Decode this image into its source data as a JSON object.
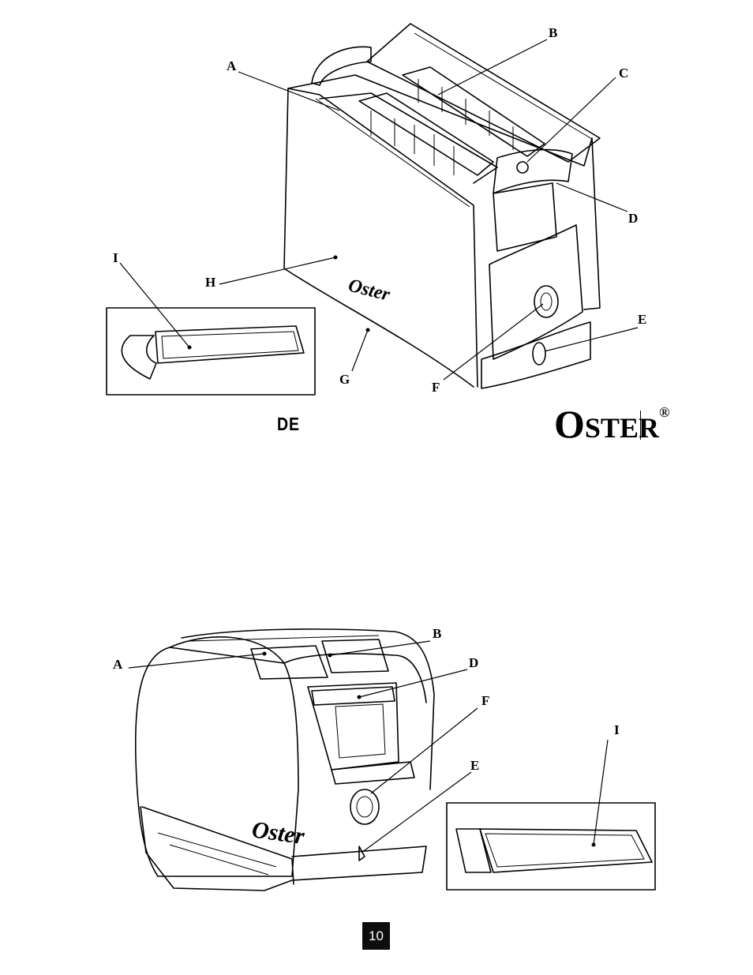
{
  "figure1": {
    "labels": {
      "a": "A",
      "b": "B",
      "c": "C",
      "d": "D",
      "e": "E",
      "f": "F",
      "g": "G",
      "h": "H",
      "i": "I"
    },
    "logo": "Oster"
  },
  "figure2": {
    "labels": {
      "a": "A",
      "b": "B",
      "d": "D",
      "e": "E",
      "f": "F",
      "i": "I"
    },
    "logo": "Oster"
  },
  "header": {
    "language_code": "DE",
    "brand_first": "O",
    "brand_rest": "STER",
    "brand_mark": "®"
  },
  "footer": {
    "page_number": "10"
  }
}
